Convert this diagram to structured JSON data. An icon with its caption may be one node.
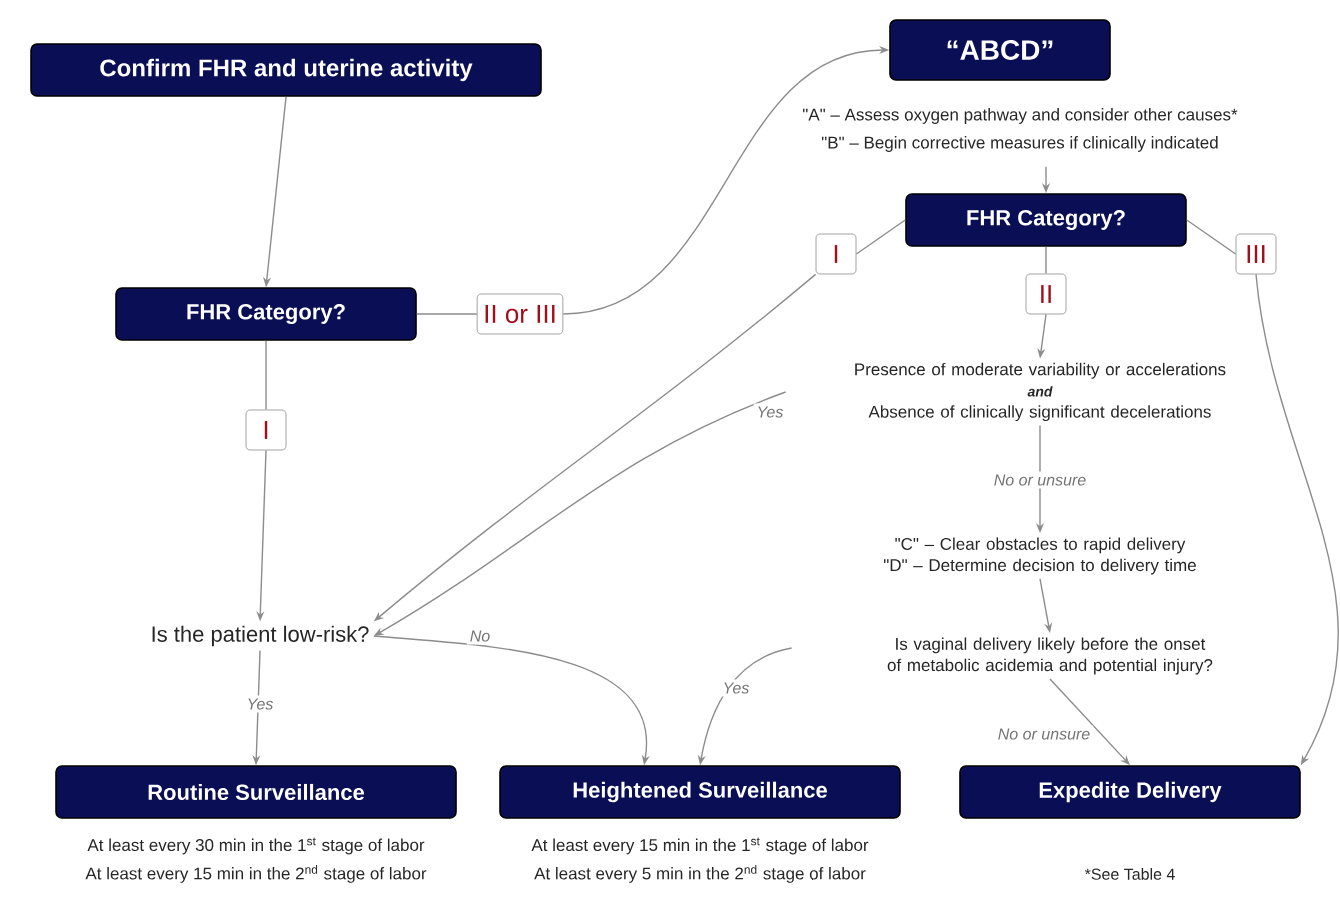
{
  "diagram": {
    "nodes": [
      {
        "text": [
          "Confirm FHR and uterine activity"
        ]
      },
      {
        "text": [
          "FHR Category?"
        ]
      },
      {
        "text": [
          "II or III"
        ]
      },
      {
        "text": [
          "I"
        ]
      },
      {
        "text": [
          "“ABCD”"
        ],
        "beside": [
          "\"A\" – Assess oxygen pathway and consider other causes*",
          "\"B\" – Begin corrective measures if clinically indicated"
        ]
      },
      {
        "text": [
          "FHR Category?"
        ]
      },
      {
        "text": [
          "I"
        ]
      },
      {
        "text": [
          "II"
        ]
      },
      {
        "text": [
          "III"
        ]
      },
      {
        "text": [
          "Presence of moderate variability or accelerations",
          "and",
          "Absence of clinically significant decelerations"
        ]
      },
      {
        "text": [
          "\"C\" – Clear obstacles to rapid delivery",
          "\"D\" – Determine decision to delivery time"
        ]
      },
      {
        "text": [
          "Is vaginal delivery likely before the onset of metabolic acidemia and potential injury?"
        ]
      },
      {
        "text": [
          "Is the patient low-risk?"
        ]
      },
      {
        "text": [
          "Routine Surveillance"
        ],
        "beside": [
          "At least every 30 min in the 1$^{st}$ stage of labor",
          "At least every 15 min in the 2$^{nd}$ stage of labor"
        ]
      },
      {
        "text": [
          "Heightened Surveillance"
        ],
        "beside": [
          "At least every 15 min in the 1$^{st}$ stage of labor",
          "At least every 5 min in the 2$^{nd}$ stage of labor"
        ]
      },
      {
        "text": [
          "Expedite Delivery"
        ]
      }
    ],
    "edges": [
      {
        "from": 0,
        "to": 1,
        "arrow": "to"
      },
      {
        "from": 1,
        "to": 2,
        "arrow": "none"
      },
      {
        "from": 2,
        "to": 4,
        "arrow": "to"
      },
      {
        "from": 1,
        "to": 3,
        "arrow": "none"
      },
      {
        "from": 3,
        "to": 12,
        "arrow": "to"
      },
      {
        "from": 4,
        "to": 5,
        "arrow": "to"
      },
      {
        "from": 5,
        "to": 6,
        "arrow": "none"
      },
      {
        "from": 6,
        "to": 12,
        "arrow": "to"
      },
      {
        "from": 5,
        "to": 7,
        "arrow": "none"
      },
      {
        "from": 7,
        "to": 9,
        "arrow": "to"
      },
      {
        "from": 5,
        "to": 8,
        "arrow": "none"
      },
      {
        "from": 8,
        "to": 15,
        "arrow": "to"
      },
      {
        "from": 9,
        "to": 12,
        "arrow": "to",
        "label": "Yes"
      },
      {
        "from": 9,
        "to": 10,
        "arrow": "to",
        "label": "No or unsure"
      },
      {
        "from": 10,
        "to": 11,
        "arrow": "to"
      },
      {
        "from": 11,
        "to": 14,
        "arrow": "to",
        "label": "Yes"
      },
      {
        "from": 11,
        "to": 15,
        "arrow": "to",
        "label": "No or unsure"
      },
      {
        "from": 12,
        "to": 14,
        "arrow": "to",
        "label": "No"
      },
      {
        "from": 12,
        "to": 13,
        "arrow": "to",
        "label": "Yes"
      }
    ],
    "labels": [
      "*See Table 4"
    ]
  }
}
